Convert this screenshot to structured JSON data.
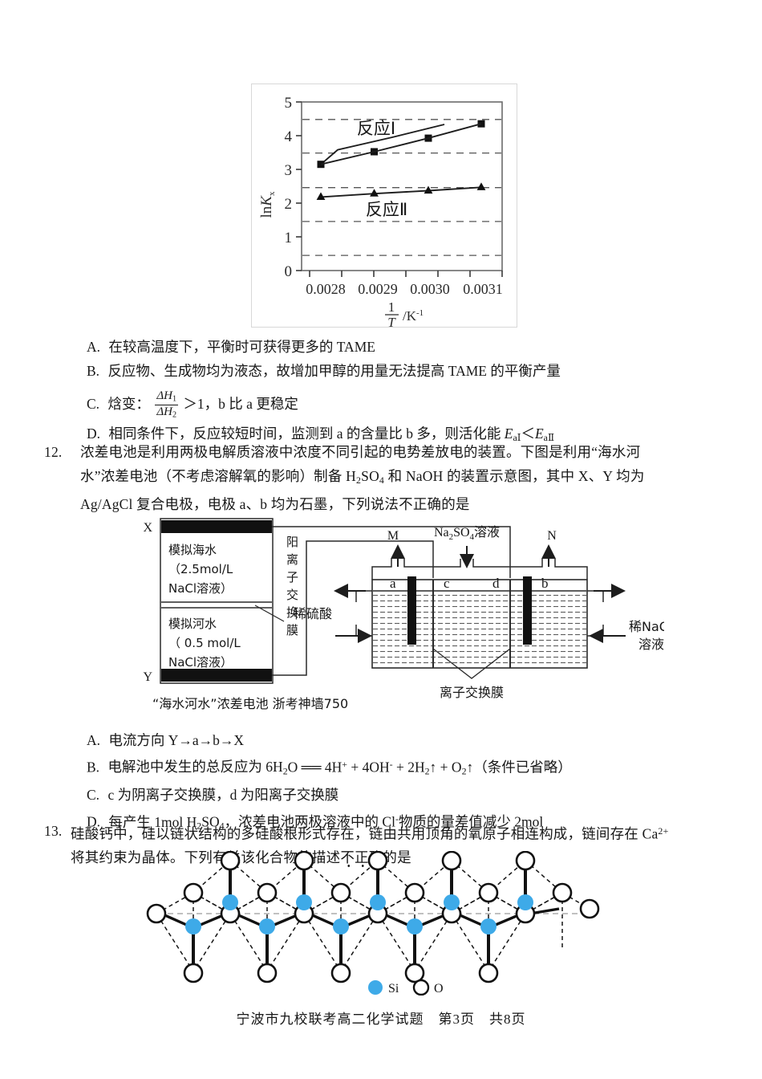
{
  "chart_data": {
    "type": "line",
    "title": "",
    "xlabel": "1/T /K⁻¹",
    "ylabel": "lnK",
    "ylabel_sub": "x",
    "xlim": [
      0.00275,
      0.00315
    ],
    "ylim": [
      0,
      5
    ],
    "grid": "horizontal-dashed",
    "xticks": [
      "0.0028",
      "0.0029",
      "0.0030",
      "0.0031"
    ],
    "xtick_values": [
      0.0028,
      0.0029,
      0.003,
      0.0031
    ],
    "yticks": [
      "0",
      "1",
      "2",
      "3",
      "4",
      "5"
    ],
    "ytick_values": [
      0,
      1,
      2,
      3,
      4,
      5
    ],
    "gridlines_y": [
      0.45,
      1.45,
      2.45,
      3.47,
      4.48
    ],
    "legend_position": "inline-annotation",
    "series": [
      {
        "name": "反应Ⅰ",
        "marker": "square",
        "x": [
          0.00282,
          0.002915,
          0.003,
          0.0031
        ],
        "values": [
          3.15,
          3.58,
          3.95,
          4.38
        ],
        "label_x": 0.002925,
        "label_y": 4.22
      },
      {
        "name": "反应Ⅱ",
        "marker": "triangle",
        "x": [
          0.00282,
          0.002915,
          0.003,
          0.0031
        ],
        "values": [
          2.18,
          2.28,
          2.37,
          2.47
        ],
        "label_x": 0.002955,
        "label_y": 1.93
      }
    ]
  },
  "options_11": [
    {
      "letter": "A.",
      "text": "在较高温度下，平衡时可获得更多的 TAME"
    },
    {
      "letter": "B.",
      "text": "反应物、生成物均为液态，故增加甲醇的用量无法提高 TAME 的平衡产量"
    },
    {
      "letter": "C.",
      "lead": "焓变：",
      "frac_num": "ΔH",
      "frac_num_sub": "1",
      "frac_den": "ΔH",
      "frac_den_sub": "2",
      "tail": "＞1，b 比 a 更稳定"
    },
    {
      "letter": "D.",
      "text": "相同条件下，反应较短时间，监测到 a 的含量比 b 多，则活化能 ",
      "sym1": "E",
      "sym1_sub": "aⅠ",
      "lt": "＜",
      "sym2": "E",
      "sym2_sub": "aⅡ"
    }
  ],
  "q12": {
    "number": "12.",
    "line1": "浓差电池是利用两极电解质溶液中浓度不同引起的电势差放电的装置。下图是利用“海水河",
    "line2_a": "水”浓差电池（不考虑溶解氧的影响）制备 H",
    "line2_sub1": "2",
    "line2_b": "SO",
    "line2_sub2": "4",
    "line2_c": " 和 NaOH 的装置示意图，其中 X、Y 均为",
    "line3": "Ag/AgCl 复合电极，电极 a、b 均为石墨，下列说法不正确的是"
  },
  "cell_figure": {
    "electrode_x_label": "X",
    "electrode_y_label": "Y",
    "seawater_line1": "模拟海水",
    "seawater_line2": "（2.5mol/L",
    "seawater_line3": "NaCl溶液）",
    "riverwater_line1": "模拟河水",
    "riverwater_line2": "（ 0.5 mol/L",
    "riverwater_line3": "NaCl溶液）",
    "membrane_vertical": "阳离子交换膜",
    "caption": "“海水河水”浓差电池 浙考神墙750",
    "gas_left_label": "M",
    "gas_right_label": "N",
    "feed_top_label": "Na₂SO₄溶液",
    "feed_top_main": "Na",
    "feed_top_sub1": "2",
    "feed_top_mid": "SO",
    "feed_top_sub2": "4",
    "feed_top_tail": "溶液",
    "chamber_a": "a",
    "chamber_c": "c",
    "chamber_d": "d",
    "chamber_b": "b",
    "left_feed": "稀硫酸",
    "right_feed_line1": "稀NaOH",
    "right_feed_line2": "溶液",
    "ion_membrane_caption": "离子交换膜"
  },
  "options_12": [
    {
      "letter": "A.",
      "text": "电流方向 Y→a→b→X"
    },
    {
      "letter": "B.",
      "pre": "电解池中发生的总反应为 6H",
      "s1": "2",
      "m1": "O ══ 4H",
      "sup1": "+",
      "m2": " + 4OH",
      "sup2": "-",
      "m3": " + 2H",
      "s2": "2",
      "m4": "↑ + O",
      "s3": "2",
      "m5": "↑（条件已省略）"
    },
    {
      "letter": "C.",
      "text": "c 为阴离子交换膜，d 为阳离子交换膜"
    },
    {
      "letter": "D.",
      "pre": "每产生 1mol H",
      "s1": "2",
      "m1": "SO",
      "s2": "4",
      "m2": "，浓差电池两极溶液中的 Cl",
      "sup1": "-",
      "m3": "物质的量差值减少 2mol"
    }
  ],
  "q13": {
    "number": "13.",
    "line1_a": "硅酸钙中，硅以链状结构的多硅酸根形式存在，链由共用顶角的氧原子相连构成，链间存在 Ca",
    "line1_sup": "2+",
    "line2_a": "将其约束为晶体。下列有关该化合物的描述",
    "line2_emph": "不正确",
    "line2_b": "的是"
  },
  "chain_legend": {
    "si_label": "Si",
    "o_label": "O",
    "si_color": "#3eaae8",
    "o_color": "#ffffff"
  },
  "footer": {
    "text": "宁波市九校联考高二化学试题　第3页　共8页"
  }
}
